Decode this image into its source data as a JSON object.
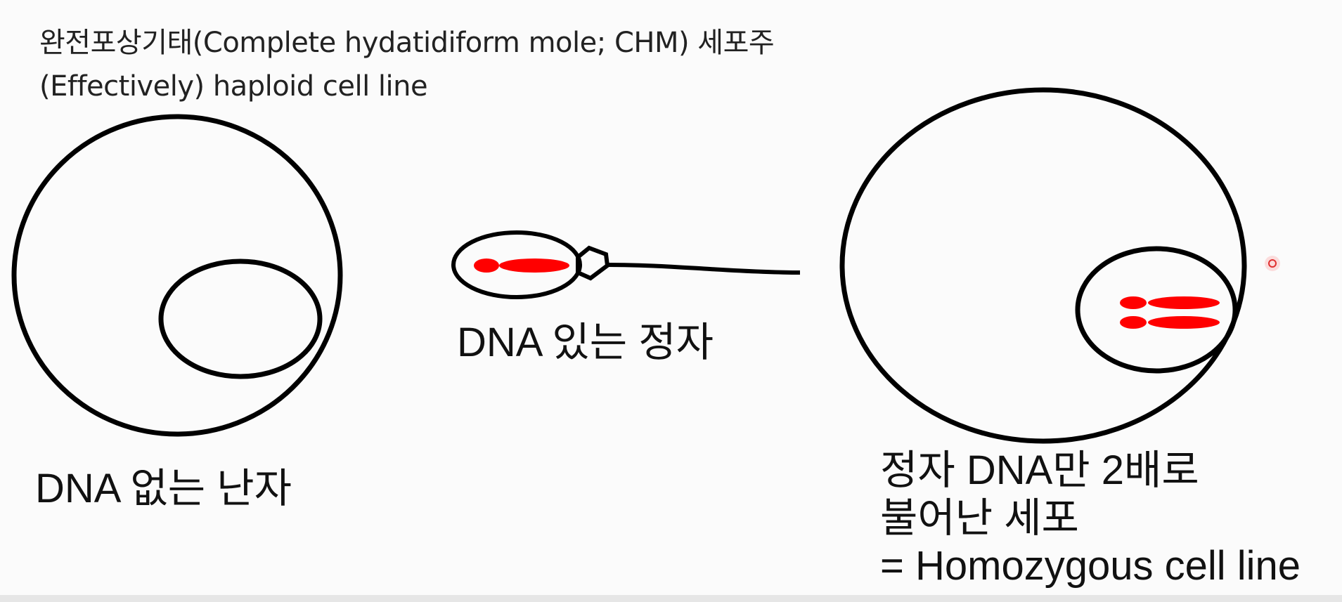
{
  "header": {
    "title_line1": "완전포상기태(Complete hydatidiform mole; CHM) 세포주",
    "title_line2": "(Effectively) haploid cell line"
  },
  "labels": {
    "egg": "DNA 없는 난자",
    "sperm": "DNA 있는 정자",
    "result_line1": "정자 DNA만 2배로",
    "result_line2": "불어난 세포",
    "result_line3": "= Homozygous cell line"
  },
  "colors": {
    "outline": "#000000",
    "chromosome": "#ff0000",
    "background": "#fbfbfb"
  }
}
